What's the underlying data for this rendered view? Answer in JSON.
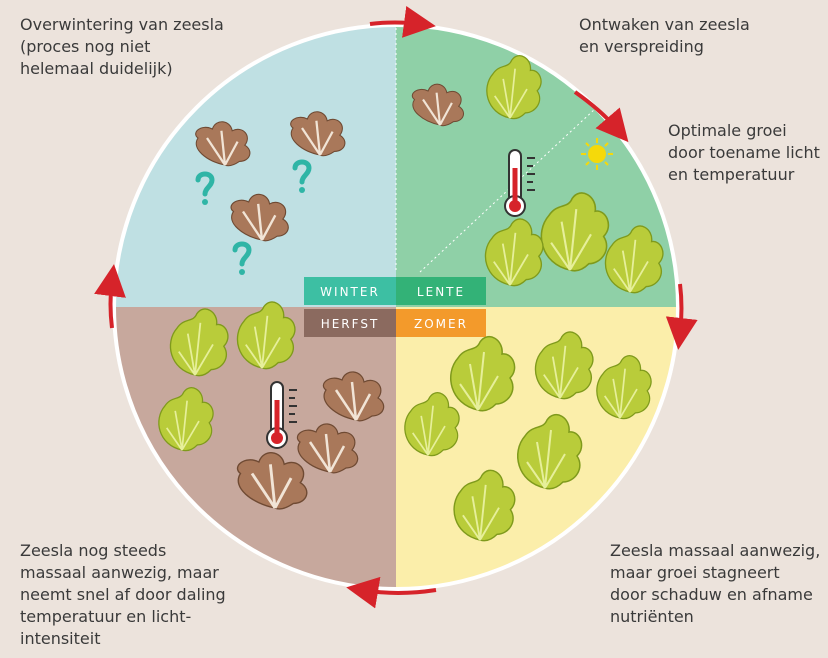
{
  "seasons": {
    "winter": "WINTER",
    "lente": "LENTE",
    "herfst": "HERFST",
    "zomer": "ZOMER"
  },
  "captions": {
    "top_left": "Overwintering van zeesla\n(proces nog niet\nhelemaal duidelijk)",
    "top_right_1": "Ontwaken van zeesla\nen verspreiding",
    "top_right_2": "Optimale groei\ndoor toename licht\nen temperatuur",
    "bottom_left": "Zeesla nog steeds\nmassaal aanwezig, maar\nneemt snel af door daling\ntemperatuur en licht-\nintensiteit",
    "bottom_right": "Zeesla massaal aanwezig,\nmaar groei stagneert\ndoor schaduw en afname\nnutriënten"
  },
  "colors": {
    "winter": "#bfe0e3",
    "lente": "#8fd0a7",
    "herfst": "#c7a89d",
    "zomer": "#fbeeaa",
    "winter_label": "#3dbfa3",
    "lente_label": "#33b277",
    "herfst_label": "#8b6a5f",
    "zomer_label": "#f39a2b",
    "arrow": "#d6232a",
    "lettuce": "#b9cc3a",
    "dead_leaf": "#a9785a",
    "question": "#2fb5a6"
  },
  "icons": {
    "question_mark": "question-mark-icon",
    "thermometer": "thermometer-icon",
    "sun": "sun-icon",
    "lettuce": "sea-lettuce-icon",
    "dead_leaf": "dead-sea-lettuce-icon",
    "arrow": "cycle-arrow-icon"
  }
}
